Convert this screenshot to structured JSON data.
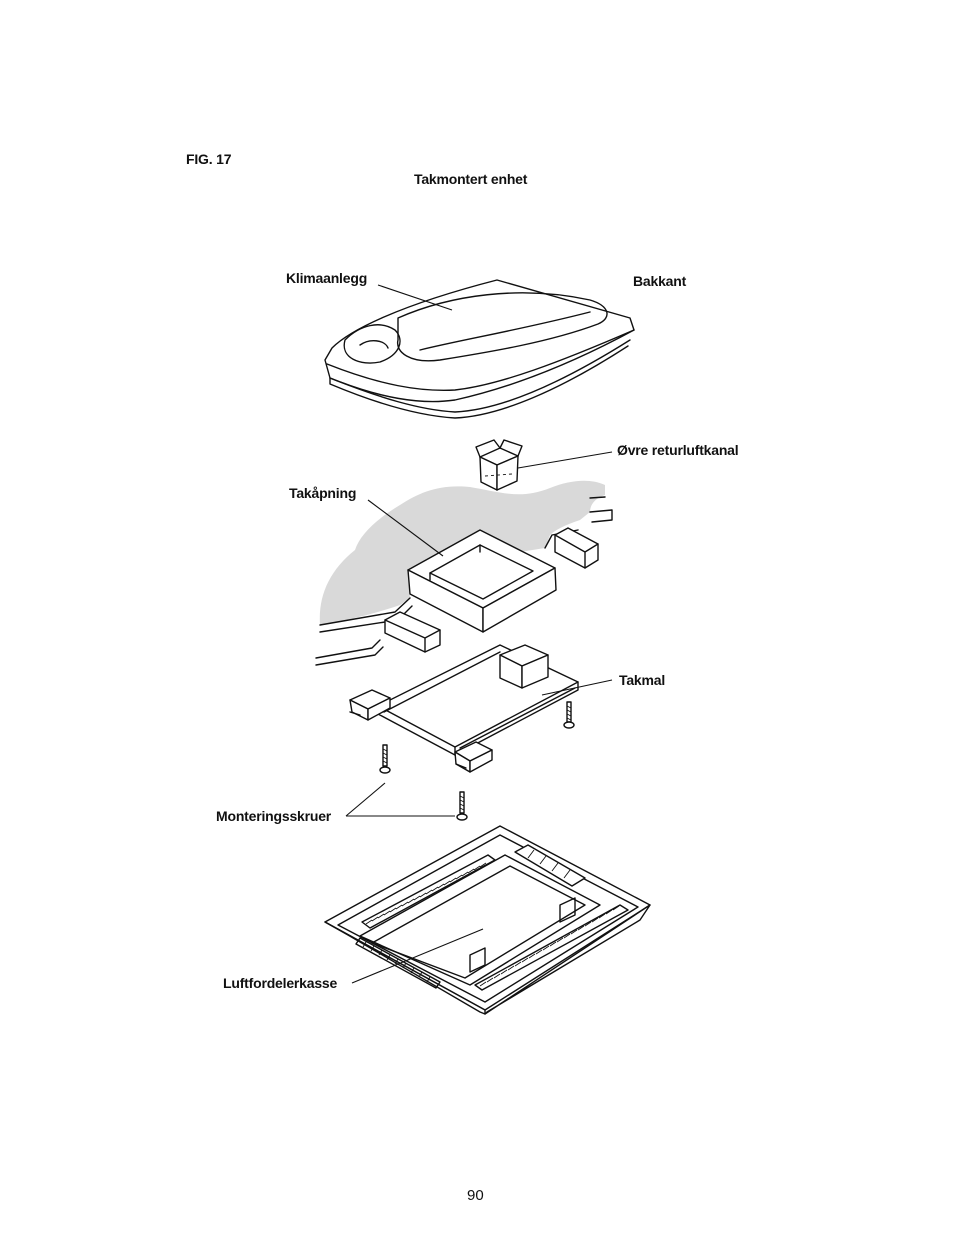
{
  "figure": {
    "number": "FIG. 17",
    "title": "Takmontert enhet"
  },
  "labels": {
    "klimaanlegg": "Klimaanlegg",
    "bakkant": "Bakkant",
    "ovre_returluftkanal": "Øvre returluftkanal",
    "takapning": "Takåpning",
    "takmal": "Takmal",
    "monteringsskruer": "Monteringsskruer",
    "luftfordelerkasse": "Luftfordelerkasse"
  },
  "page_number": "90"
}
